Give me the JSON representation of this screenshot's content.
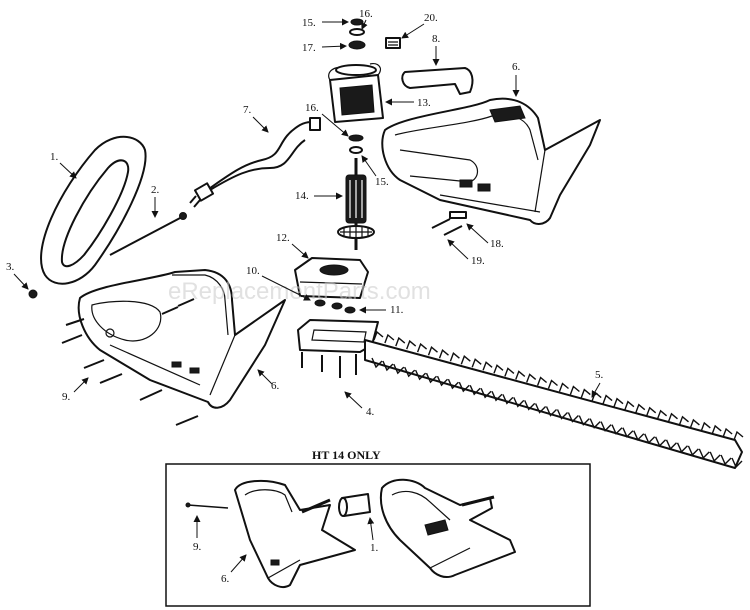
{
  "watermark": "eReplacementParts.com",
  "inset": {
    "title": "HT 14 ONLY"
  },
  "callouts": {
    "c1": "1.",
    "c2": "2.",
    "c3": "3.",
    "c4": "4.",
    "c5": "5.",
    "c6": "6.",
    "c6b": "6.",
    "c7": "7.",
    "c8": "8.",
    "c9": "9.",
    "c10": "10.",
    "c11": "11.",
    "c12": "12.",
    "c13": "13.",
    "c14": "14.",
    "c15": "15.",
    "c15b": "15.",
    "c16": "16.",
    "c16b": "16.",
    "c17": "17.",
    "c18": "18.",
    "c19": "19.",
    "c20": "20.",
    "i9": "9.",
    "i6": "6.",
    "i1": "1."
  },
  "colors": {
    "ink": "#111111",
    "background": "#ffffff",
    "watermark": "#c8c8c8"
  }
}
